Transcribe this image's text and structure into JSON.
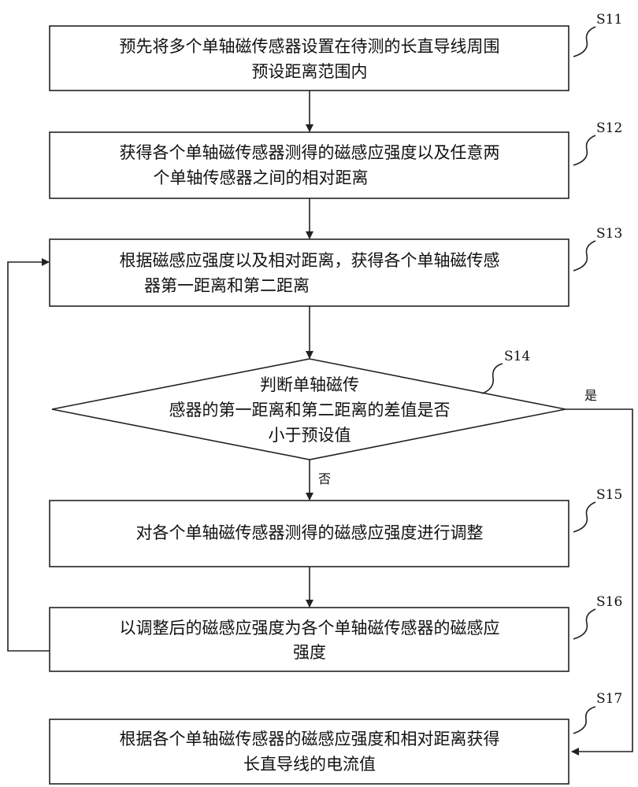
{
  "steps": [
    {
      "id": "S11",
      "lines": [
        "预先将多个单轴磁传感器设置在待测的长直导线周围",
        "预设距离范围内"
      ]
    },
    {
      "id": "S12",
      "lines": [
        "获得各个单轴磁传感器测得的磁感应强度以及任意两",
        "个单轴传感器之间的相对距离"
      ]
    },
    {
      "id": "S13",
      "lines": [
        "根据磁感应强度以及相对距离，获得各个单轴磁传感",
        "器第一距离和第二距离"
      ]
    },
    {
      "id": "S14",
      "lines": [
        "判断单轴磁传",
        "感器的第一距离和第二距离的差值是否",
        "小于预设值"
      ]
    },
    {
      "id": "S15",
      "lines": [
        "对各个单轴磁传感器测得的磁感应强度进行调整"
      ]
    },
    {
      "id": "S16",
      "lines": [
        "以调整后的磁感应强度为各个单轴磁传感器的磁感应",
        "强度"
      ]
    },
    {
      "id": "S17",
      "lines": [
        "根据各个单轴磁传感器的磁感应强度和相对距离获得",
        "长直导线的电流值"
      ]
    }
  ],
  "branches": {
    "yes": "是",
    "no": "否"
  }
}
